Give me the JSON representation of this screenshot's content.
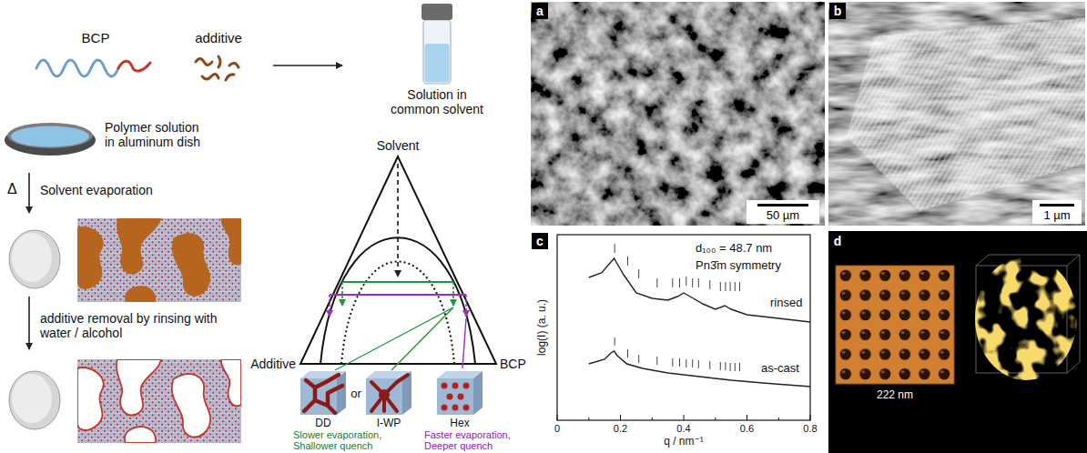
{
  "diagram": {
    "nodes": [
      {
        "text": [
          "DD"
        ]
      },
      {
        "text": [
          "I-WP"
        ]
      },
      {
        "text": [
          "Hex"
        ]
      },
      {
        "text": [
          "a"
        ]
      },
      {
        "text": [
          "b"
        ]
      },
      {
        "text": [
          "50 µm"
        ]
      },
      {
        "text": [
          "1 µm"
        ]
      },
      {
        "text": [
          "c"
        ]
      },
      {
        "text": [
          "d"
        ]
      }
    ],
    "labels": [
      "BCP",
      "additive",
      "Solution in common solvent",
      "Polymer solution in aluminum dish",
      "Δ",
      "Solvent evaporation",
      "additive removal by rinsing with water / alcohol",
      "Solvent",
      "Additive",
      "BCP",
      "or",
      "Slower evaporation, Shallower quench",
      "Faster evaporation, Deeper quench",
      "d₁₀₀ = 48.7 nm",
      "Pn3̄m symmetry",
      "rinsed",
      "as-cast",
      "log(I) (a. u.)",
      "0",
      "0.2",
      "0.4",
      "0.6",
      "0.8",
      "q / nm⁻¹",
      "222 nm"
    ]
  }
}
